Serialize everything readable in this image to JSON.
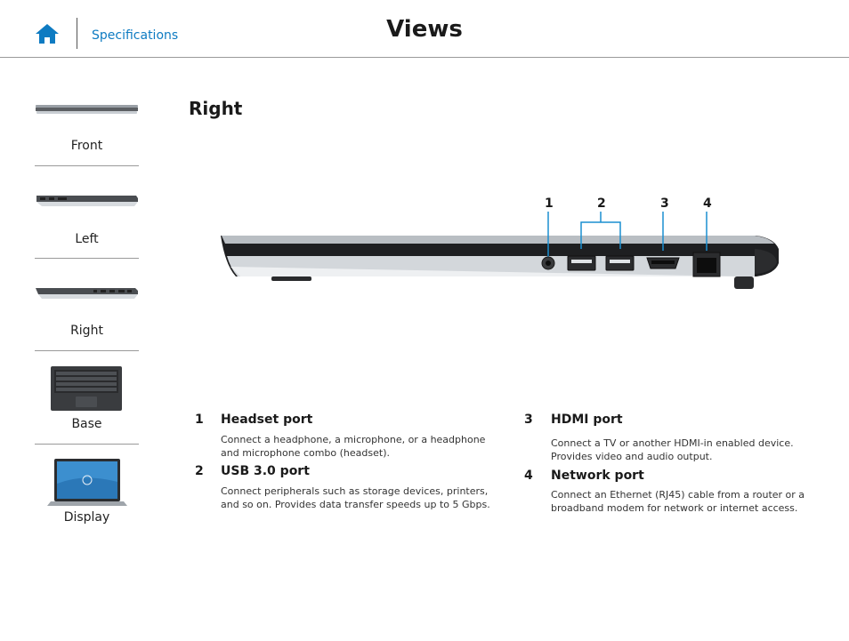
{
  "header": {
    "link_label": "Specifications",
    "title": "Views"
  },
  "sidebar": {
    "items": [
      {
        "label": "Front"
      },
      {
        "label": "Left"
      },
      {
        "label": "Right"
      },
      {
        "label": "Base"
      },
      {
        "label": "Display"
      }
    ]
  },
  "section": {
    "title": "Right"
  },
  "callouts": [
    "1",
    "2",
    "3",
    "4"
  ],
  "features": [
    {
      "number": "1",
      "title": "Headset port",
      "description": "Connect a headphone, a microphone, or a headphone and microphone combo (headset)."
    },
    {
      "number": "2",
      "title": "USB 3.0 port",
      "description": "Connect peripherals such as storage devices, printers, and so on. Provides data transfer speeds up to 5 Gbps."
    },
    {
      "number": "3",
      "title": "HDMI port",
      "description": "Connect a TV or another HDMI-in enabled device. Provides video and audio output."
    },
    {
      "number": "4",
      "title": "Network port",
      "description": "Connect an Ethernet (RJ45) cable from a router or a broadband modem for network or internet access."
    }
  ],
  "colors": {
    "accent": "#0e7bc2",
    "callout_line": "#1a8fd0"
  }
}
